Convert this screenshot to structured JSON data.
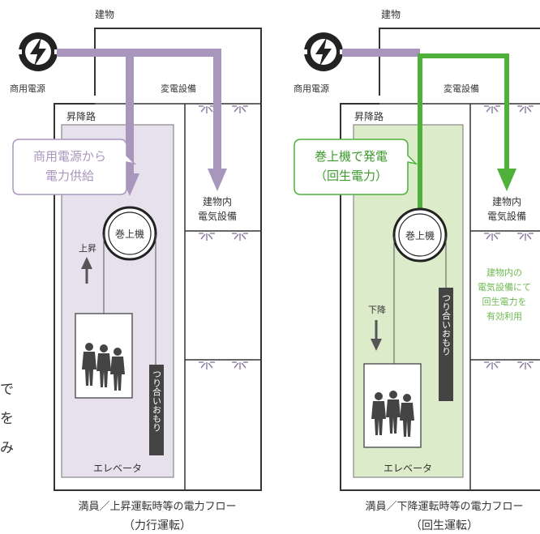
{
  "left": {
    "building": "建物",
    "power_source": "商用電源",
    "substation": "変電設備",
    "shaft": "昇降路",
    "callout_line1": "商用電源から",
    "callout_line2": "電力供給",
    "indoor_line1": "建物内",
    "indoor_line2": "電気設備",
    "hoist": "巻上機",
    "direction": "上昇",
    "counterweight": "つり合いおもり",
    "elevator": "エレベータ",
    "caption_line1": "満員／上昇運転時等の電力フロー",
    "caption_line2": "（力行運転）"
  },
  "right": {
    "building": "建物",
    "power_source": "商用電源",
    "substation": "変電設備",
    "shaft": "昇降路",
    "callout_line1": "巻上機で発電",
    "callout_line2": "（回生電力）",
    "indoor_line1": "建物内",
    "indoor_line2": "電気設備",
    "effective_line1": "建物内の",
    "effective_line2": "電気設備にて",
    "effective_line3": "回生電力を",
    "effective_line4": "有効利用",
    "hoist": "巻上機",
    "direction": "下降",
    "counterweight": "つり合いおもり",
    "elevator": "エレベータ",
    "caption_line1": "満員／下降運転時等の電力フロー",
    "caption_line2": "（回生運転）"
  },
  "side_text": [
    "で",
    "を",
    "み"
  ],
  "colors": {
    "power_purple": "#a996bd",
    "regen_green": "#4fb03a",
    "car_purple": "#e5e0ec",
    "car_green": "#dcebc9",
    "callout_green_text": "#3f9a2e"
  },
  "icons": {
    "power": "lightning-bolt-icon",
    "light": "ceiling-light-icon",
    "person": "people-icon",
    "up": "arrow-up-icon",
    "down": "arrow-down-icon"
  }
}
